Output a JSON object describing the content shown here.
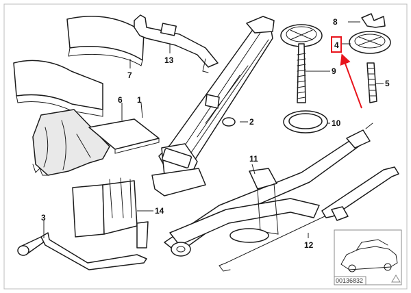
{
  "diagram": {
    "callouts": [
      "1",
      "2",
      "3",
      "4",
      "5",
      "6",
      "7",
      "8",
      "9",
      "10",
      "11",
      "12",
      "13",
      "14"
    ],
    "reference_code": "00136832",
    "highlight_color": "#e8141c",
    "line_color": "#1c1c1c"
  }
}
